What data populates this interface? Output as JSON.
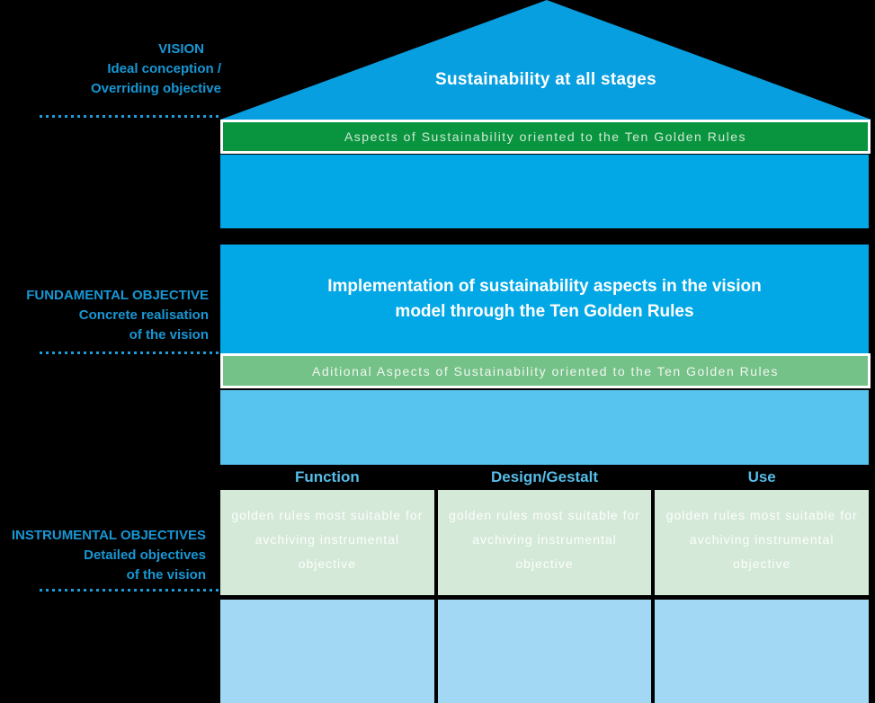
{
  "palette": {
    "background": "#000000",
    "roof_blue": "#089FE0",
    "body_blue": "#02A8E6",
    "light_blue": "#57C4F0",
    "pale_blue": "#A3D8F4",
    "dark_green": "#099540",
    "mid_green": "#74C287",
    "pale_green": "#D5E9D8",
    "side_label_blue": "#1797D4",
    "column_header_blue": "#55BCE8"
  },
  "side_labels": {
    "vision": {
      "title": "VISION",
      "sub1": "Ideal conception /",
      "sub2": "Overriding objective"
    },
    "fundamental": {
      "title": "FUNDAMENTAL OBJECTIVE",
      "sub1": "Concrete realisation",
      "sub2": "of the vision"
    },
    "instrumental": {
      "title": "INSTRUMENTAL OBJECTIVES",
      "sub1": "Detailed objectives",
      "sub2": "of the vision"
    }
  },
  "house": {
    "roof_title": "Sustainability at all stages",
    "banner_top": "Aspects of Sustainability oriented to the Ten Golden Rules",
    "fundamental_line1": "Implementation of sustainability aspects in the vision",
    "fundamental_line2": "model through the Ten Golden Rules",
    "banner_additional": "Aditional Aspects of Sustainability oriented to the Ten Golden Rules",
    "columns": [
      {
        "header": "Function",
        "cell": "golden rules most suitable for avchiving instrumental objective"
      },
      {
        "header": "Design/Gestalt",
        "cell": "golden rules most suitable for avchiving instrumental objective"
      },
      {
        "header": "Use",
        "cell": "golden rules most suitable for avchiving instrumental objective"
      }
    ]
  }
}
